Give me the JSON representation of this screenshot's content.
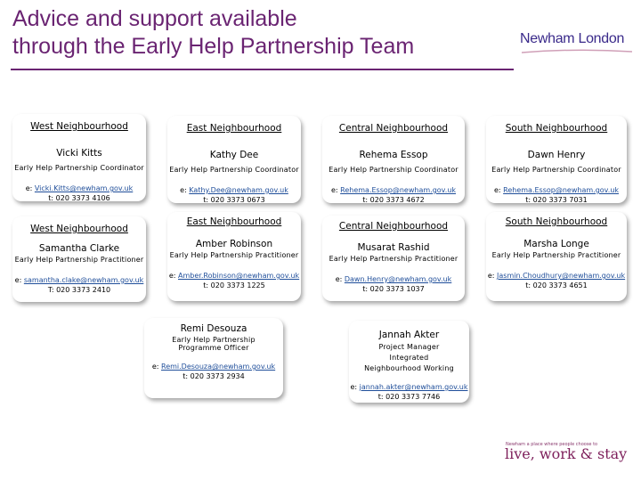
{
  "header": {
    "title_line1": "Advice and support available",
    "title_line2": "through the Early Help Partnership Team",
    "logo_text": "Newham London",
    "colors": {
      "title": "#6a2472",
      "logo": "#3a2a8a",
      "link": "#1f4e9a"
    }
  },
  "coordinators": [
    {
      "area": "West Neighbourhood",
      "name": "Vicki Kitts",
      "role": "Early Help Partnership Coordinator",
      "email_prefix": "e:",
      "email": "Vicki.Kitts@newham.gov.uk",
      "tel": "t: 020 3373 4106"
    },
    {
      "area": "East Neighbourhood",
      "name": "Kathy Dee",
      "role": "Early Help Partnership Coordinator",
      "email_prefix": "e:",
      "email": "Kathy.Dee@newham.gov.uk",
      "tel": "t: 020 3373 0673"
    },
    {
      "area": "Central Neighbourhood",
      "name": "Rehema Essop",
      "role": "Early Help Partnership Coordinator",
      "email_prefix": "e:",
      "email": "Rehema.Essop@newham.gov.uk",
      "tel": "t: 020 3373 4672"
    },
    {
      "area": "South Neighbourhood",
      "name": "Dawn Henry",
      "role": "Early Help Partnership Coordinator",
      "email_prefix": "e:",
      "email": "Rehema.Essop@newham.gov.uk",
      "tel": "t: 020 3373 7031"
    }
  ],
  "practitioners": [
    {
      "area": "West Neighbourhood",
      "name": "Samantha Clarke",
      "role": "Early Help Partnership Practitioner",
      "email_prefix": "e:",
      "email": "samantha.clake@newham.gov.uk",
      "tel": "T: 020 3373 2410"
    },
    {
      "area": "East Neighbourhood",
      "name": "Amber Robinson",
      "role": "Early Help Partnership Practitioner",
      "email_prefix": "e:",
      "email": "Amber.Robinson@newham.gov.uk",
      "tel": "t: 020 3373 1225"
    },
    {
      "area": "Central Neighbourhood",
      "name": "Musarat Rashid",
      "role": "Early Help Partnership Practitioner",
      "email_prefix": "e:",
      "email": "Dawn.Henry@newham.gov.uk",
      "tel": "t: 020 3373 1037"
    },
    {
      "area": "South Neighbourhood",
      "name": "Marsha Longe",
      "role": "Early Help Partnership Practitioner",
      "email_prefix": "e:",
      "email": "Jasmin.Choudhury@newham.gov.uk",
      "tel": "t: 020 3373 4651"
    }
  ],
  "managers": [
    {
      "name": "Remi Desouza",
      "role": "Early Help Partnership Programme Officer",
      "email_prefix": "e:",
      "email": "Remi.Desouza@newham.gov.uk",
      "tel": "t: 020 3373 2934"
    },
    {
      "name": "Jannah Akter",
      "role": "Project Manager Integrated Neighbourhood Working",
      "email_prefix": "e:",
      "email": "jannah.akter@newham.gov.uk",
      "tel": "t: 020 3373 7746"
    }
  ],
  "footer": {
    "small_text": "Newham a place where people choose to",
    "tagline": "live, work & stay"
  }
}
